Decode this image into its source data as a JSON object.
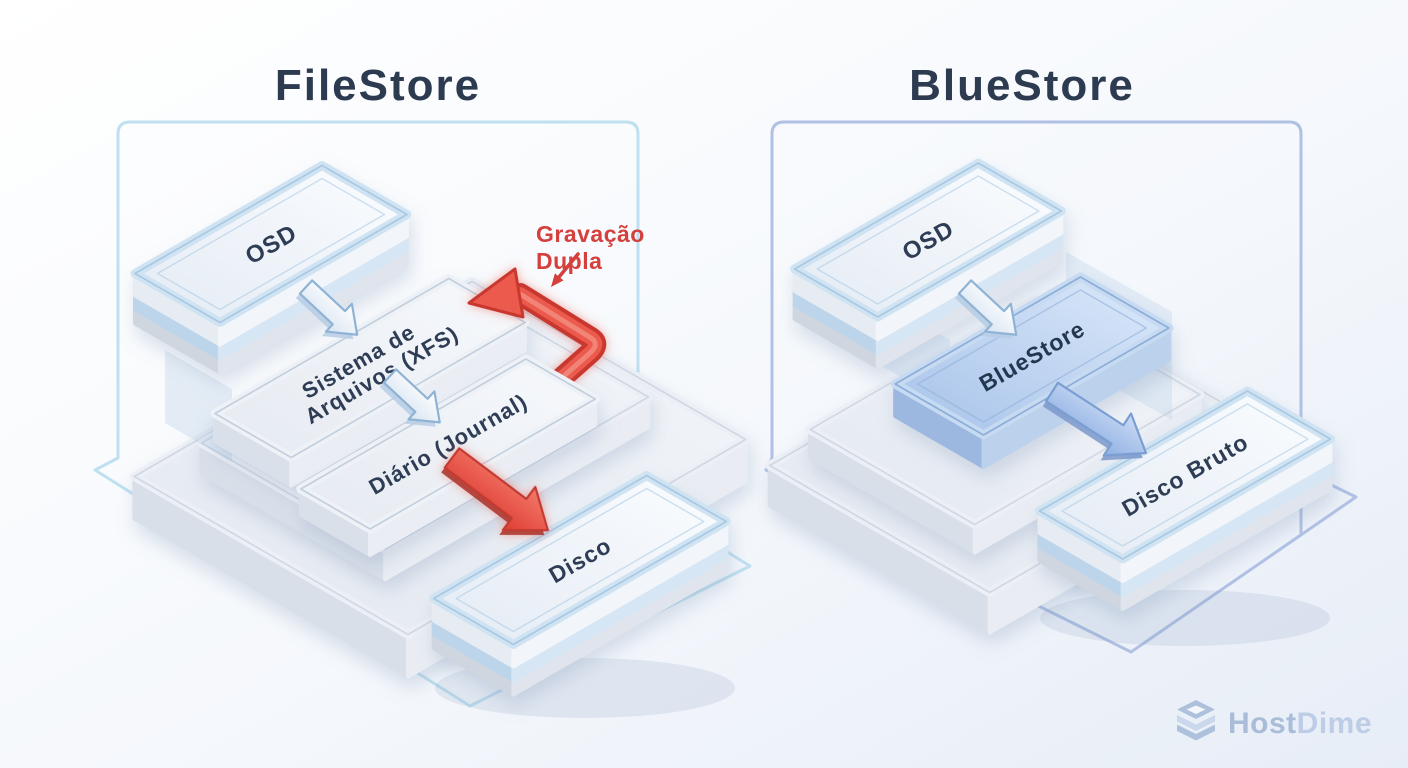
{
  "left_panel": {
    "title": "FileStore",
    "blocks": {
      "osd": "OSD",
      "filesystem_line1": "Sistema de",
      "filesystem_line2": "Arquivos (XFS)",
      "journal": "Diário (Journal)",
      "disk": "Disco"
    },
    "annotation": {
      "line1": "Gravação",
      "line2": "Dupla"
    }
  },
  "right_panel": {
    "title": "BlueStore",
    "blocks": {
      "osd": "OSD",
      "bluestore": "BlueStore",
      "disk": "Disco Bruto"
    }
  },
  "logo": {
    "part1": "Host",
    "part2": "Dime"
  },
  "colors": {
    "background_top": "#ffffff",
    "background_bottom": "#e9eff8",
    "title_text": "#2c3b50",
    "block_text": "#2f3e54",
    "panel_left_border": "#bfe0f0",
    "panel_right_border": "#b0c1e4",
    "accent_red": "#d9423a",
    "accent_blue": "#9db9e2",
    "logo_text": "#b3c5de"
  }
}
